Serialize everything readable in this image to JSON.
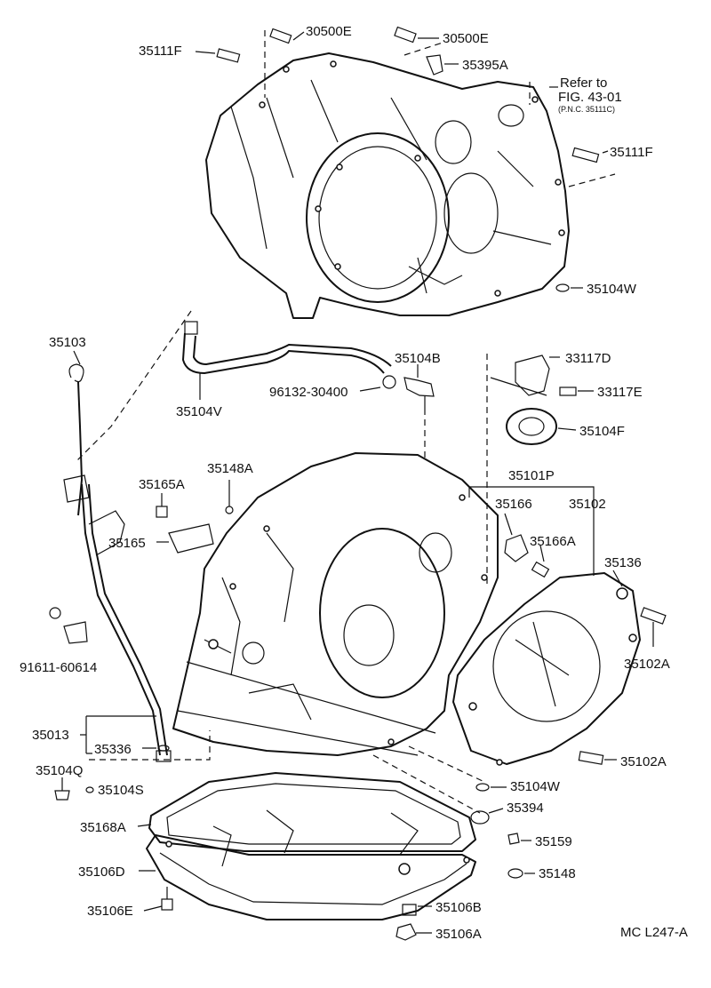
{
  "figure_code": "MC L247-A",
  "reference": {
    "line1": "Refer to",
    "line2": "FIG. 43-01",
    "line3": "(P.N.C. 35111C)"
  },
  "parts": {
    "p30500E_a": "30500E",
    "p30500E_b": "30500E",
    "p35111F_a": "35111F",
    "p35395A": "35395A",
    "p35111F_b": "35111F",
    "p35104W_a": "35104W",
    "p35103": "35103",
    "p35104B": "35104B",
    "p33117D": "33117D",
    "p96132": "96132-30400",
    "p33117E": "33117E",
    "p35104V": "35104V",
    "p35104F": "35104F",
    "p35148A": "35148A",
    "p35101P": "35101P",
    "p35165A": "35165A",
    "p35166": "35166",
    "p35102": "35102",
    "p35165": "35165",
    "p35166A": "35166A",
    "p35136": "35136",
    "p91611": "91611-60614",
    "p35102A_a": "35102A",
    "p35013": "35013",
    "p35336": "35336",
    "p35102A_b": "35102A",
    "p35104Q": "35104Q",
    "p35104W_b": "35104W",
    "p35104S": "35104S",
    "p35394": "35394",
    "p35168A": "35168A",
    "p35159": "35159",
    "p35106D": "35106D",
    "p35148": "35148",
    "p35106E": "35106E",
    "p35106B": "35106B",
    "p35106A": "35106A"
  }
}
